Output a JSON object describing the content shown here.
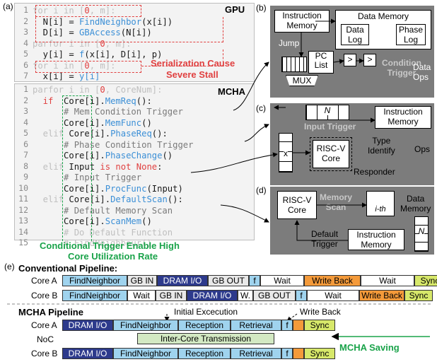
{
  "panels": {
    "a": "(a)",
    "b": "(b)",
    "c": "(c)",
    "d": "(d)",
    "e": "(e)"
  },
  "gpu": {
    "title": "GPU",
    "lines": [
      {
        "n": "1",
        "parts": [
          [
            "kw",
            "for i in ["
          ],
          [
            "red",
            "0"
          ],
          [
            "kw",
            ", m]:"
          ]
        ]
      },
      {
        "n": "2",
        "parts": [
          [
            "blk",
            "  N[i] = "
          ],
          [
            "fn",
            "FindNeighbor"
          ],
          [
            "blk",
            "(x[i])"
          ]
        ]
      },
      {
        "n": "3",
        "parts": [
          [
            "blk",
            "  D[i] = "
          ],
          [
            "fn",
            "GBAccess"
          ],
          [
            "blk",
            "(N[i])"
          ]
        ]
      },
      {
        "n": "4",
        "parts": [
          [
            "kw",
            "parfor i in ["
          ],
          [
            "red",
            "0"
          ],
          [
            "kw",
            ", m]:"
          ]
        ]
      },
      {
        "n": "5",
        "parts": [
          [
            "blk",
            "  y[i] = "
          ],
          [
            "fn",
            "f"
          ],
          [
            "blk",
            "(x[i], D[i], p)"
          ]
        ]
      },
      {
        "n": "6",
        "parts": [
          [
            "kw",
            "for i in ["
          ],
          [
            "red",
            "0"
          ],
          [
            "kw",
            ", m]:"
          ]
        ]
      },
      {
        "n": "7",
        "parts": [
          [
            "blk",
            "  x[i] = "
          ],
          [
            "fn",
            "y[i]"
          ]
        ]
      }
    ],
    "annotation_1": "Serialization Cause",
    "annotation_2": "Severe Stall"
  },
  "mcha": {
    "title": "MCHA",
    "lines": [
      {
        "n": "1",
        "parts": [
          [
            "kw",
            "parfor i in ["
          ],
          [
            "red",
            "0"
          ],
          [
            "kw",
            ", CoreNum]:"
          ]
        ]
      },
      {
        "n": "2",
        "parts": [
          [
            "red",
            "  if "
          ],
          [
            "blk",
            " Core[i]."
          ],
          [
            "fn",
            "MemReq"
          ],
          [
            "blk",
            "():"
          ]
        ]
      },
      {
        "n": "3",
        "parts": [
          [
            "cmt",
            "      # Mem Condition Trigger"
          ]
        ]
      },
      {
        "n": "4",
        "parts": [
          [
            "blk",
            "      Core[i]."
          ],
          [
            "fn",
            "MemFunc"
          ],
          [
            "blk",
            "()"
          ]
        ]
      },
      {
        "n": "5",
        "parts": [
          [
            "kw",
            "  elif"
          ],
          [
            "blk",
            " Core[i]."
          ],
          [
            "fn",
            "PhaseReq"
          ],
          [
            "blk",
            "():"
          ]
        ]
      },
      {
        "n": "6",
        "parts": [
          [
            "cmt",
            "      # Phase Condition Trigger"
          ]
        ]
      },
      {
        "n": "7",
        "parts": [
          [
            "blk",
            "      Core[i]."
          ],
          [
            "fn",
            "PhaseChange"
          ],
          [
            "blk",
            "()"
          ]
        ]
      },
      {
        "n": "8",
        "parts": [
          [
            "kw",
            "  elif"
          ],
          [
            "blk",
            " Input "
          ],
          [
            "red",
            "is not None"
          ],
          [
            "blk",
            ":"
          ]
        ]
      },
      {
        "n": "9",
        "parts": [
          [
            "cmt",
            "      # Input Trigger"
          ]
        ]
      },
      {
        "n": "10",
        "parts": [
          [
            "blk",
            "      Core[i]."
          ],
          [
            "fn",
            "ProcFunc"
          ],
          [
            "blk",
            "(Input)"
          ]
        ]
      },
      {
        "n": "11",
        "parts": [
          [
            "kw",
            "  elif"
          ],
          [
            "blk",
            " Core[i]."
          ],
          [
            "fn",
            "DefaultScan"
          ],
          [
            "blk",
            "():"
          ]
        ]
      },
      {
        "n": "12",
        "parts": [
          [
            "cmt",
            "      # Default Memory Scan"
          ]
        ]
      },
      {
        "n": "13",
        "parts": [
          [
            "blk",
            "      Core[i]."
          ],
          [
            "fn",
            "ScanMem"
          ],
          [
            "blk",
            "()"
          ]
        ]
      },
      {
        "n": "14",
        "parts": [
          [
            "kw",
            "      # Do Default Function"
          ]
        ]
      },
      {
        "n": "15",
        "parts": [
          [
            "kw",
            "      # FindNeighbour()"
          ]
        ]
      }
    ],
    "annotation_1": "Conditional Trigger Enable High",
    "annotation_2": "Core Utilization Rate"
  },
  "b": {
    "instruction_memory": "Instruction\nMemory",
    "data_memory": "Data Memory",
    "data_log": "Data\nLog",
    "phase_log": "Phase\nLog",
    "jump": "Jump",
    "pc_list": "PC\nList",
    "mux": "MUX",
    "cmp": ">",
    "condition_trigger": "Condition\nTrigger",
    "data_ops": "Data\nOps"
  },
  "c": {
    "n_label": "N",
    "input_trigger": "Input Trigger",
    "instruction_memory": "Instruction\nMemory",
    "type_identify": "Type\nIdentify",
    "ops": "Ops",
    "risc": "RISC-V\nCore",
    "x": "x",
    "responder": "Responder"
  },
  "d": {
    "risc": "RISC-V\nCore",
    "memory_scan": "Memory\nScan",
    "ith": "i-th",
    "data_memory": "Data\nMemory",
    "default_trigger": "Default\nTrigger",
    "instruction_memory": "Instruction\nMemory",
    "ni": "N"
  },
  "e": {
    "conventional_title": "Conventional Pipeline:",
    "mcha_title": "MCHA Pipeline",
    "core_a": "Core A",
    "core_b": "Core B",
    "noc": "NoC",
    "initial_execution": "Initial Excecution",
    "write_back_label": "Write Back",
    "saving": "MCHA Saving",
    "conv_a": [
      {
        "t": "FindNeighbor",
        "c": "fnb"
      },
      {
        "t": "GB IN",
        "c": "gb"
      },
      {
        "t": "DRAM I/O",
        "c": "dram"
      },
      {
        "t": "GB OUT",
        "c": "gb"
      },
      {
        "t": "f",
        "c": "fnb"
      },
      {
        "t": "Wait",
        "c": "wht"
      },
      {
        "t": "Write Back",
        "c": "wb"
      },
      {
        "t": "Wait",
        "c": "wht"
      },
      {
        "t": "Sync",
        "c": "syn"
      }
    ],
    "conv_b": [
      {
        "t": "FindNeighbor",
        "c": "fnb"
      },
      {
        "t": "Wait",
        "c": "wht"
      },
      {
        "t": "GB IN",
        "c": "gb"
      },
      {
        "t": "DRAM I/O",
        "c": "dram"
      },
      {
        "t": "W.",
        "c": "wht"
      },
      {
        "t": "GB OUT",
        "c": "gb"
      },
      {
        "t": "f",
        "c": "fnb"
      },
      {
        "t": "Wait",
        "c": "wht"
      },
      {
        "t": "Write Back",
        "c": "wb"
      },
      {
        "t": "Sync",
        "c": "syn"
      }
    ],
    "mcha_a": [
      {
        "t": "DRAM I/O",
        "c": "dram"
      },
      {
        "t": "FindNeighbor",
        "c": "fnb"
      },
      {
        "t": "Reception",
        "c": "fnb"
      },
      {
        "t": "Retrieval",
        "c": "fnb"
      },
      {
        "t": "f",
        "c": "fnb"
      },
      {
        "t": "",
        "c": "wb"
      },
      {
        "t": "Sync",
        "c": "syn"
      }
    ],
    "noc_bar": "Inter-Core Transmission",
    "mcha_b": [
      {
        "t": "DRAM I/O",
        "c": "dram"
      },
      {
        "t": "FindNeighbor",
        "c": "fnb"
      },
      {
        "t": "Reception",
        "c": "fnb"
      },
      {
        "t": "Retrieval",
        "c": "fnb"
      },
      {
        "t": "f",
        "c": "fnb"
      },
      {
        "t": "",
        "c": "wb"
      },
      {
        "t": "Sync",
        "c": "syn"
      }
    ]
  },
  "colors": {
    "panel_gray": "#7c7c7c",
    "dram_blue": "#2d3a8c",
    "fn_blue": "#9fd3ee",
    "write_back": "#f49a3a",
    "sync": "#d7e86a",
    "saving_green": "#1aa34a",
    "stall_red": "#e04040"
  }
}
